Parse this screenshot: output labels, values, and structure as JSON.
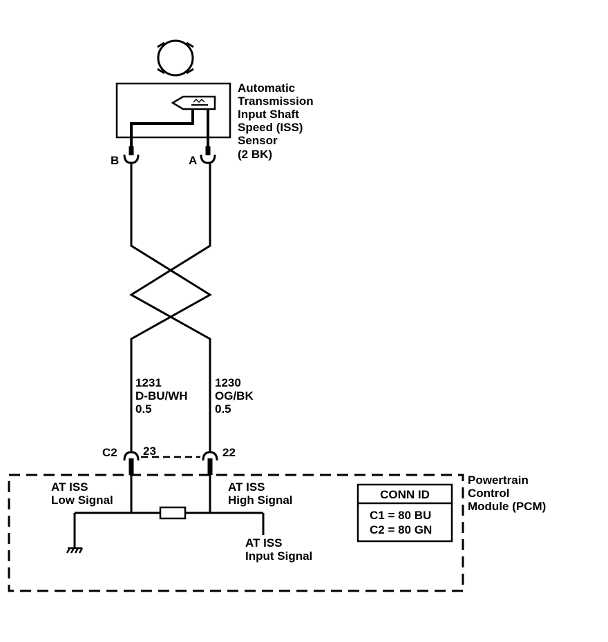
{
  "sensor": {
    "name_lines": [
      "Automatic",
      "Transmission",
      "Input Shaft",
      "Speed (ISS)",
      "Sensor",
      "(2 BK)"
    ],
    "pin_b": "B",
    "pin_a": "A"
  },
  "wires": {
    "left": {
      "circuit": "1231",
      "color": "D-BU/WH",
      "gauge": "0.5"
    },
    "right": {
      "circuit": "1230",
      "color": "OG/BK",
      "gauge": "0.5"
    }
  },
  "pcm_connector": {
    "id": "C2",
    "left_pin": "23",
    "right_pin": "22"
  },
  "pcm": {
    "name_lines": [
      "Powertrain",
      "Control",
      "Module (PCM)"
    ],
    "low_signal_lines": [
      "AT ISS",
      "Low Signal"
    ],
    "high_signal_lines": [
      "AT ISS",
      "High Signal"
    ],
    "input_signal_lines": [
      "AT ISS",
      "Input Signal"
    ],
    "conn_table": {
      "header": "CONN ID",
      "rows": [
        "C1 = 80 BU",
        "C2 = 80 GN"
      ]
    }
  }
}
